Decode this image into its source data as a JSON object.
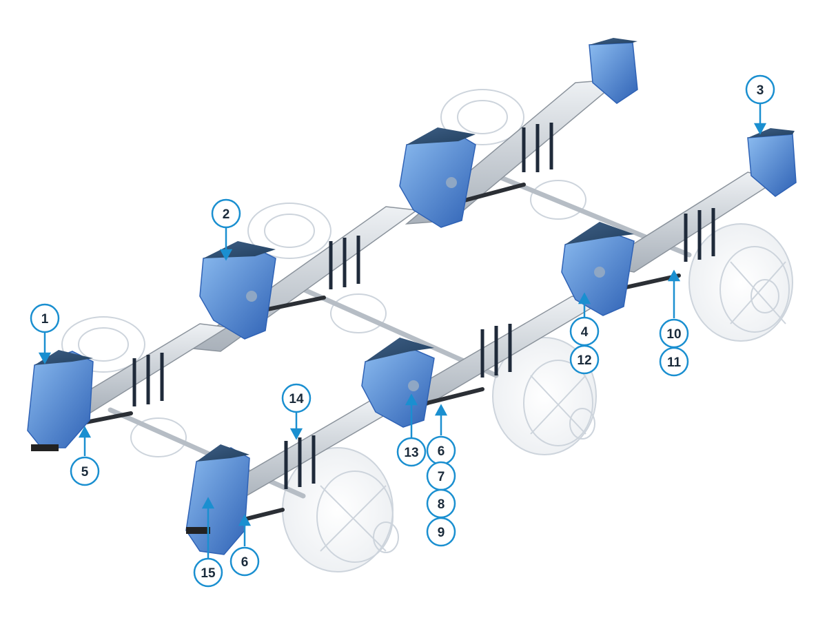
{
  "colors": {
    "accent": "#1a8fd0",
    "part_blue": "#4a86d6",
    "part_blue_dark": "#2f62b5",
    "part_blue_light": "#7fb0ea",
    "steel": "#c9cfd6",
    "steel_dark": "#8b939c",
    "ghost": "#d5dbe2",
    "background": "#ffffff"
  },
  "callouts": [
    {
      "id": "c1",
      "label": "1"
    },
    {
      "id": "c2",
      "label": "2"
    },
    {
      "id": "c3",
      "label": "3"
    },
    {
      "id": "c4",
      "label": "4"
    },
    {
      "id": "c12",
      "label": "12"
    },
    {
      "id": "c10",
      "label": "10"
    },
    {
      "id": "c11",
      "label": "11"
    },
    {
      "id": "c5",
      "label": "5"
    },
    {
      "id": "c14",
      "label": "14"
    },
    {
      "id": "c13",
      "label": "13"
    },
    {
      "id": "c6a",
      "label": "6"
    },
    {
      "id": "c7",
      "label": "7"
    },
    {
      "id": "c8",
      "label": "8"
    },
    {
      "id": "c9",
      "label": "9"
    },
    {
      "id": "c15",
      "label": "15"
    },
    {
      "id": "c6b",
      "label": "6"
    }
  ]
}
